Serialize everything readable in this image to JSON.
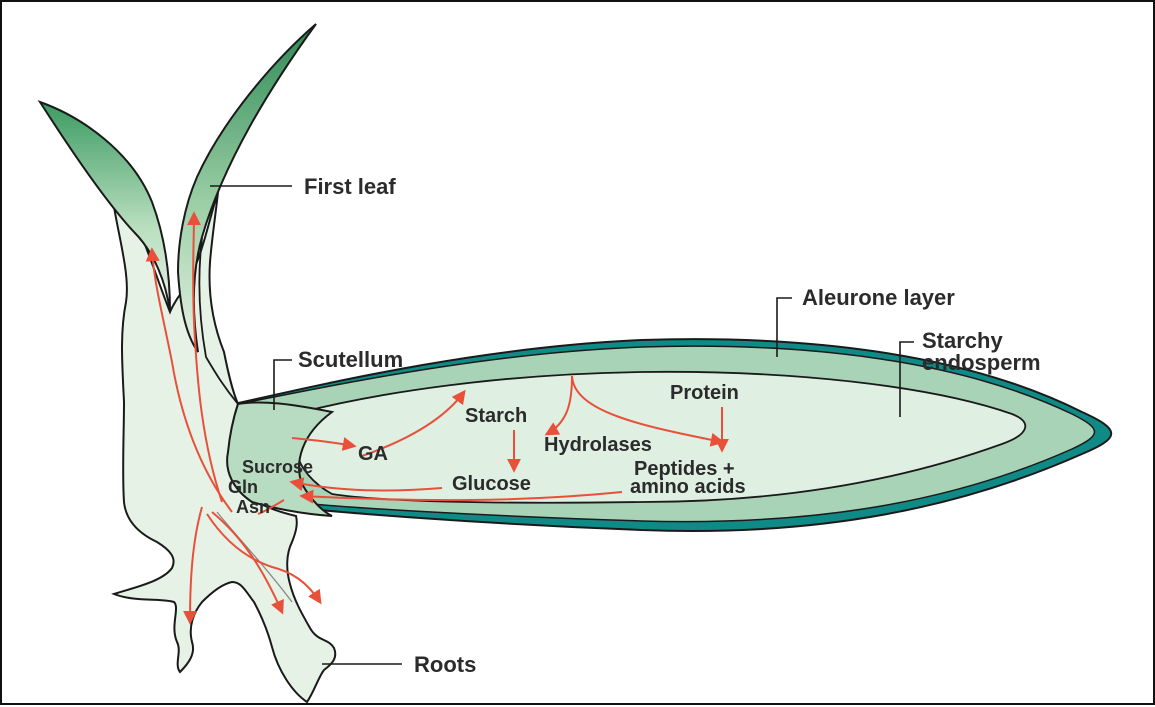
{
  "labels": {
    "first_leaf": "First leaf",
    "aleurone_layer": "Aleurone layer",
    "starchy_endosperm_1": "Starchy",
    "starchy_endosperm_2": "endosperm",
    "scutellum": "Scutellum",
    "roots": "Roots",
    "protein": "Protein",
    "starch": "Starch",
    "hydrolases": "Hydrolases",
    "ga": "GA",
    "glucose": "Glucose",
    "peptides_1": "Peptides +",
    "peptides_2": "amino acids",
    "sucrose": "Sucrose",
    "gln": "Gln",
    "asn": "Asn"
  },
  "colors": {
    "arrow": "#e8503a",
    "outline": "#1a1a1a",
    "aleurone_teal": "#0f8a86",
    "endosperm_fill": "#dff0e3",
    "aleurone_fill": "#a9d3b7",
    "scutellum_fill": "#b8dcc2",
    "plant_fill": "#e6f2e6",
    "leaf_dark": "#2e8a55"
  }
}
